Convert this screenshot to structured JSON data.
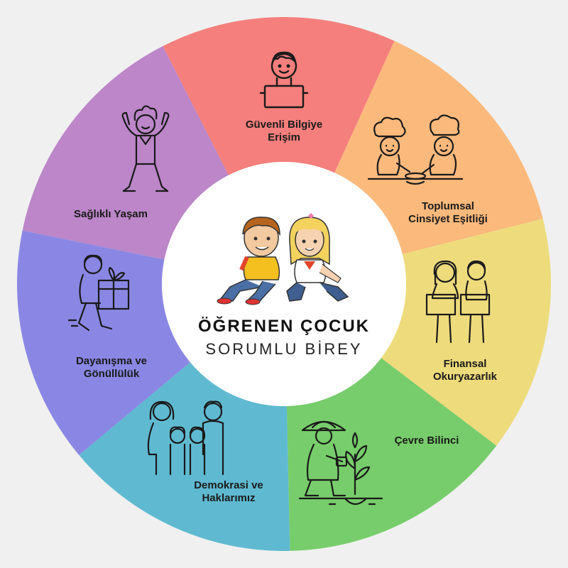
{
  "center": {
    "title": "ÖĞRENEN ÇOCUK",
    "subtitle": "SORUMLU BİREY"
  },
  "segments": [
    {
      "id": "guvenli",
      "color": "#f57f7c",
      "lines": [
        "Güvenli Bilgiye",
        "Erişim"
      ],
      "icon": "boy-holding-sign-icon"
    },
    {
      "id": "toplumsal",
      "color": "#fbb97c",
      "lines": [
        "Toplumsal",
        "Cinsiyet Eşitliği"
      ],
      "icon": "children-cooking-icon"
    },
    {
      "id": "finansal",
      "color": "#eedb7c",
      "lines": [
        "Finansal",
        "Okuryazarlık"
      ],
      "icon": "children-reading-icon"
    },
    {
      "id": "cevre",
      "color": "#77cd6b",
      "lines": [
        "Çevre Bilinci"
      ],
      "icon": "gardener-planting-icon"
    },
    {
      "id": "demokrasi",
      "color": "#5fbad1",
      "lines": [
        "Demokrasi ve",
        "Haklarımız"
      ],
      "icon": "family-icon"
    },
    {
      "id": "dayanisma",
      "color": "#8a87e4",
      "lines": [
        "Dayanışma ve",
        "Gönüllülük"
      ],
      "icon": "boy-carrying-gift-icon"
    },
    {
      "id": "saglikli",
      "color": "#bc86c8",
      "lines": [
        "Sağlıklı Yaşam"
      ],
      "icon": "strong-boy-icon"
    }
  ]
}
